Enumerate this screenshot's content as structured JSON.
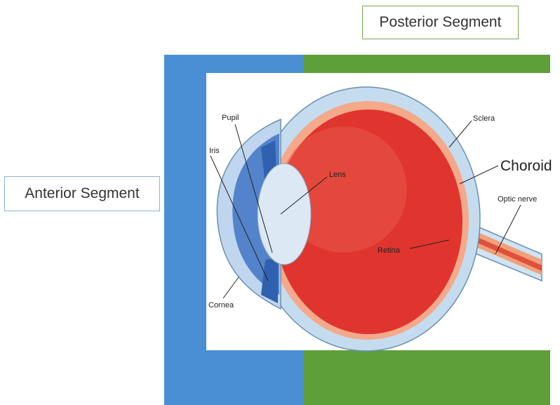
{
  "segments": {
    "posterior": "Posterior Segment",
    "anterior": "Anterior Segment"
  },
  "labels": {
    "pupil": "Pupil",
    "iris": "Iris",
    "lens": "Lens",
    "cornea": "Cornea",
    "sclera": "Sclera",
    "choroid": "Choroid",
    "optic_nerve": "Optic nerve",
    "retina": "Retina"
  },
  "colors": {
    "anterior_band": "#4a8fd4",
    "posterior_band": "#5e9f3a",
    "vitreous": "#e0342e",
    "sclera": "#bfd9ee",
    "lens": "#d9e6f2"
  }
}
